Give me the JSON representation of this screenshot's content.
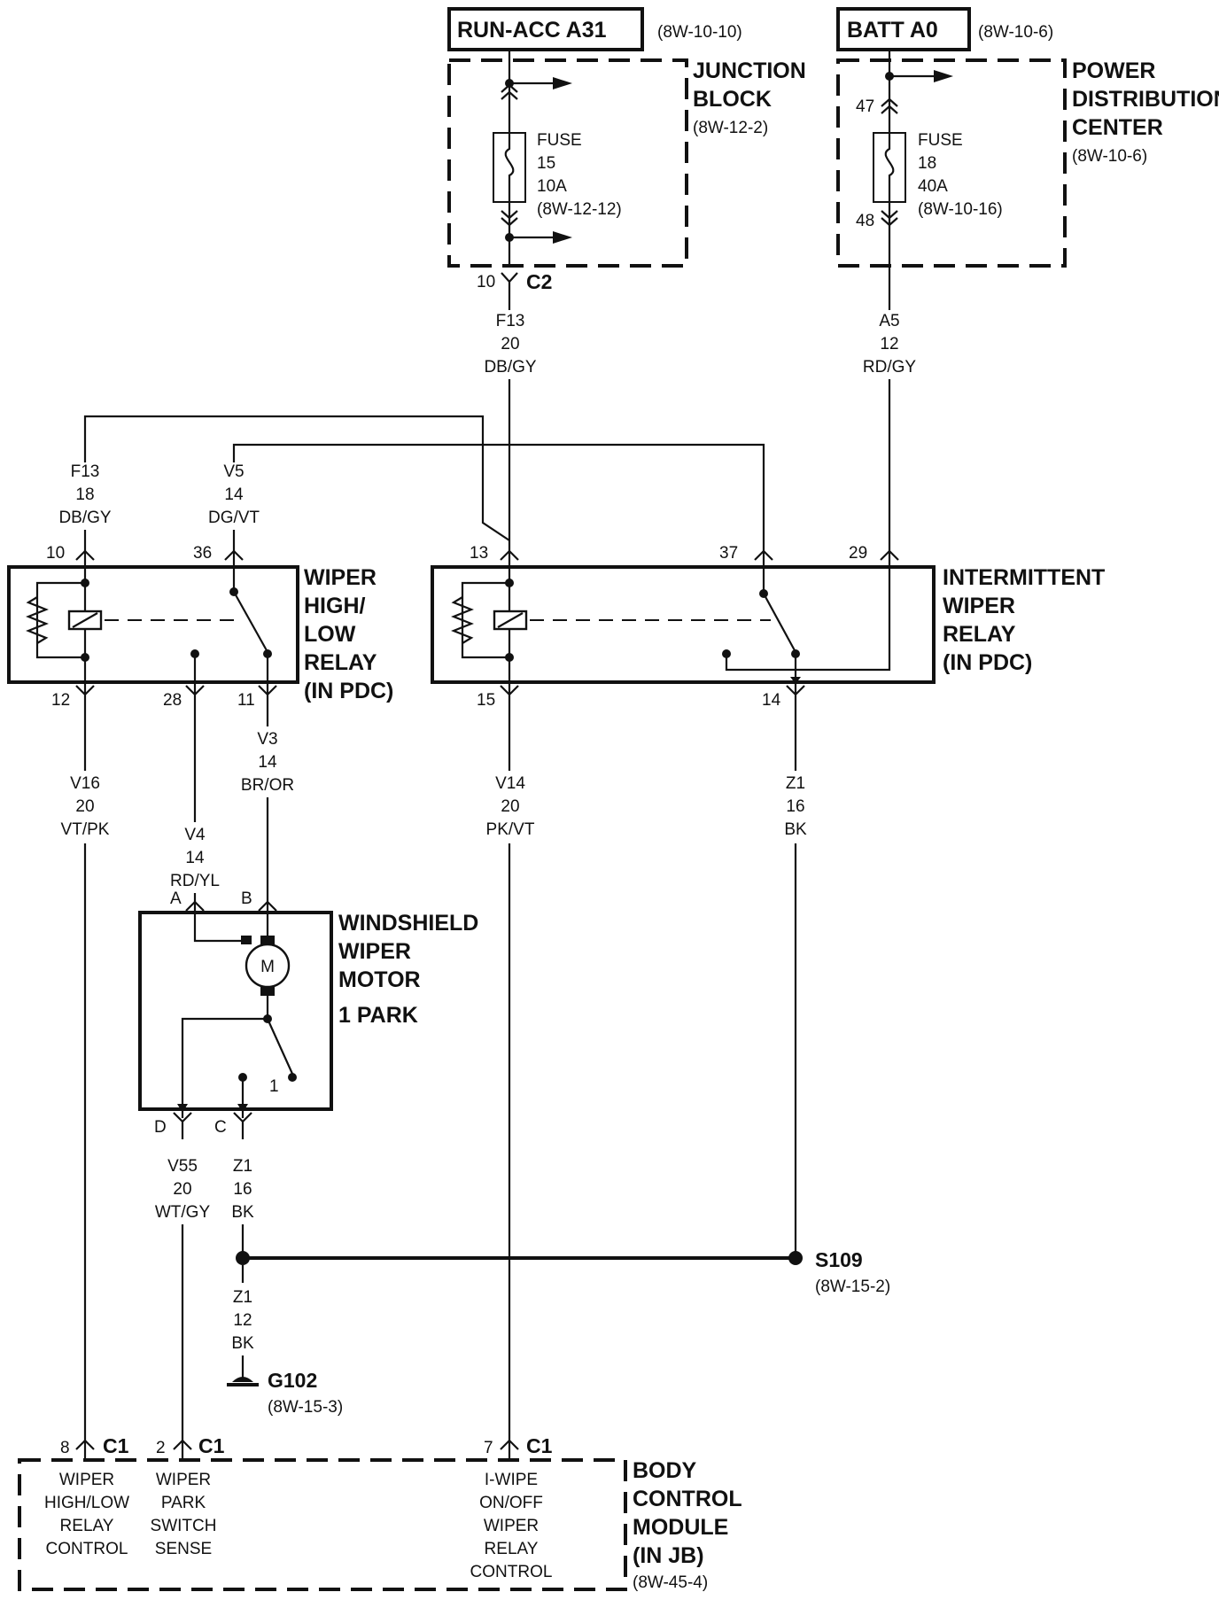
{
  "sources": {
    "run_acc": {
      "label": "RUN-ACC A31",
      "ref": "(8W-10-10)"
    },
    "batt": {
      "label": "BATT A0",
      "ref": "(8W-10-6)"
    }
  },
  "junction_block": {
    "title": [
      "JUNCTION",
      "BLOCK"
    ],
    "ref": "(8W-12-2)",
    "fuse": [
      "FUSE",
      "15",
      "10A",
      "(8W-12-12)"
    ],
    "connector_pin": "10",
    "connector": "C2"
  },
  "pdc": {
    "title": [
      "POWER",
      "DISTRIBUTION",
      "CENTER"
    ],
    "ref": "(8W-10-6)",
    "fuse": [
      "FUSE",
      "18",
      "40A",
      "(8W-10-16)"
    ],
    "pin_in": "47",
    "pin_out": "48"
  },
  "wires": {
    "f13_20": [
      "F13",
      "20",
      "DB/GY"
    ],
    "a5_12": [
      "A5",
      "12",
      "RD/GY"
    ],
    "f13_18": [
      "F13",
      "18",
      "DB/GY"
    ],
    "v5_14": [
      "V5",
      "14",
      "DG/VT"
    ],
    "v16_20": [
      "V16",
      "20",
      "VT/PK"
    ],
    "v4_14": [
      "V4",
      "14",
      "RD/YL"
    ],
    "v3_14": [
      "V3",
      "14",
      "BR/OR"
    ],
    "v14_20": [
      "V14",
      "20",
      "PK/VT"
    ],
    "z1_16a": [
      "Z1",
      "16",
      "BK"
    ],
    "v55_20": [
      "V55",
      "20",
      "WT/GY"
    ],
    "z1_16b": [
      "Z1",
      "16",
      "BK"
    ],
    "z1_12": [
      "Z1",
      "12",
      "BK"
    ]
  },
  "hl_relay": {
    "title": [
      "WIPER",
      "HIGH/",
      "LOW",
      "RELAY",
      "(IN PDC)"
    ],
    "pins": {
      "p10": "10",
      "p36": "36",
      "p12": "12",
      "p28": "28",
      "p11": "11"
    }
  },
  "int_relay": {
    "title": [
      "INTERMITTENT",
      "WIPER",
      "RELAY",
      "(IN PDC)"
    ],
    "pins": {
      "p13": "13",
      "p37": "37",
      "p29": "29",
      "p15": "15",
      "p14": "14"
    }
  },
  "motor": {
    "title": [
      "WINDSHIELD",
      "WIPER",
      "MOTOR",
      "1 PARK"
    ],
    "symbol": "M",
    "pins": {
      "a": "A",
      "b": "B",
      "d": "D",
      "c": "C",
      "park": "1"
    }
  },
  "splice": {
    "label": "S109",
    "ref": "(8W-15-2)"
  },
  "ground": {
    "label": "G102",
    "ref": "(8W-15-3)"
  },
  "bcm": {
    "title": [
      "BODY",
      "CONTROL",
      "MODULE",
      "(IN JB)"
    ],
    "ref": "(8W-45-4)",
    "pins": [
      {
        "pin": "8",
        "conn": "C1",
        "desc": [
          "WIPER",
          "HIGH/LOW",
          "RELAY",
          "CONTROL"
        ]
      },
      {
        "pin": "2",
        "conn": "C1",
        "desc": [
          "WIPER",
          "PARK",
          "SWITCH",
          "SENSE"
        ]
      },
      {
        "pin": "7",
        "conn": "C1",
        "desc": [
          "I-WIPE",
          "ON/OFF",
          "WIPER",
          "RELAY",
          "CONTROL"
        ]
      }
    ]
  }
}
